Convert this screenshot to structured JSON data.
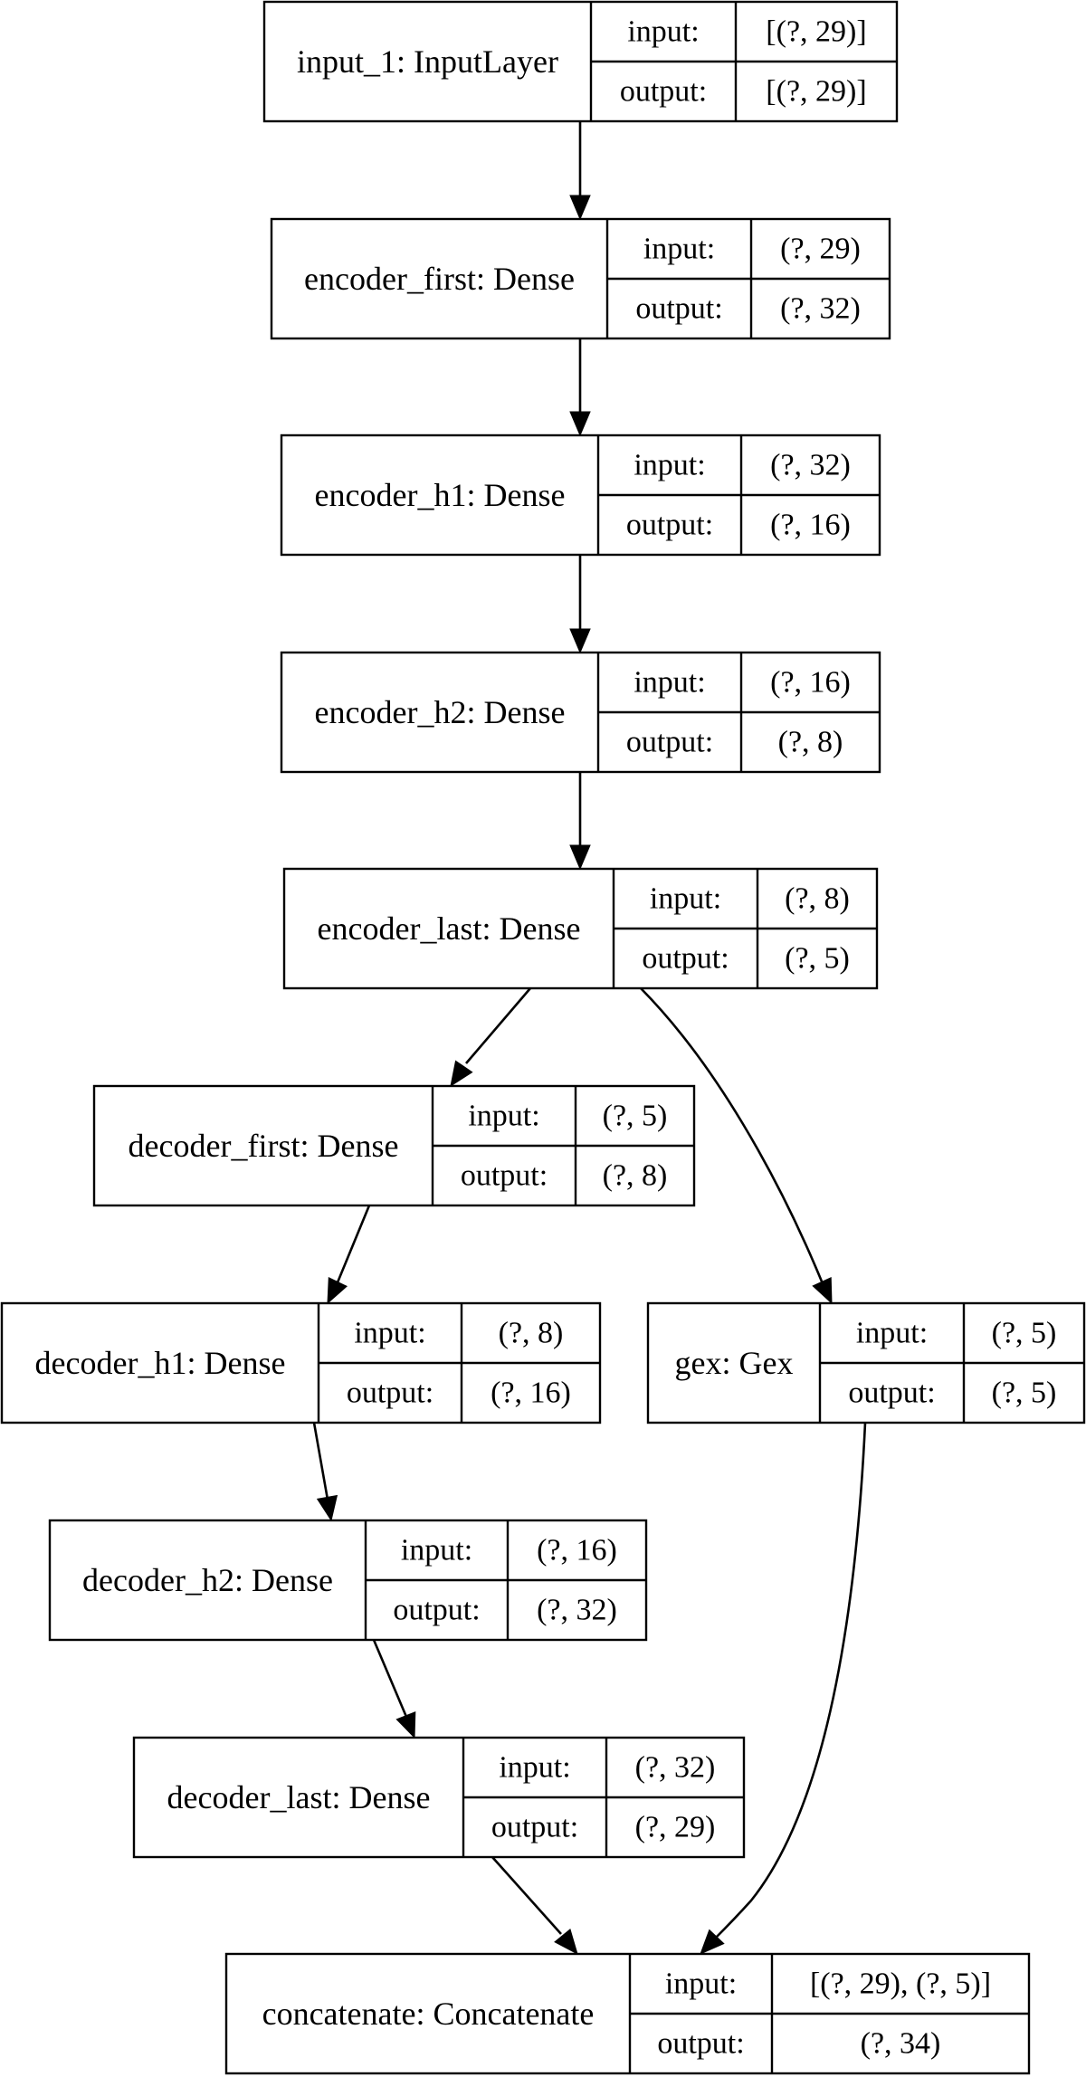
{
  "diagram": {
    "nodes": [
      {
        "id": "input_1",
        "name": "input_1: InputLayer",
        "input_label": "input:",
        "input_value": "[(?, 29)]",
        "output_label": "output:",
        "output_value": "[(?, 29)]"
      },
      {
        "id": "encoder_first",
        "name": "encoder_first: Dense",
        "input_label": "input:",
        "input_value": "(?, 29)",
        "output_label": "output:",
        "output_value": "(?, 32)"
      },
      {
        "id": "encoder_h1",
        "name": "encoder_h1: Dense",
        "input_label": "input:",
        "input_value": "(?, 32)",
        "output_label": "output:",
        "output_value": "(?, 16)"
      },
      {
        "id": "encoder_h2",
        "name": "encoder_h2: Dense",
        "input_label": "input:",
        "input_value": "(?, 16)",
        "output_label": "output:",
        "output_value": "(?, 8)"
      },
      {
        "id": "encoder_last",
        "name": "encoder_last: Dense",
        "input_label": "input:",
        "input_value": "(?, 8)",
        "output_label": "output:",
        "output_value": "(?, 5)"
      },
      {
        "id": "decoder_first",
        "name": "decoder_first: Dense",
        "input_label": "input:",
        "input_value": "(?, 5)",
        "output_label": "output:",
        "output_value": "(?, 8)"
      },
      {
        "id": "decoder_h1",
        "name": "decoder_h1: Dense",
        "input_label": "input:",
        "input_value": "(?, 8)",
        "output_label": "output:",
        "output_value": "(?, 16)"
      },
      {
        "id": "gex",
        "name": "gex: Gex",
        "input_label": "input:",
        "input_value": "(?, 5)",
        "output_label": "output:",
        "output_value": "(?, 5)"
      },
      {
        "id": "decoder_h2",
        "name": "decoder_h2: Dense",
        "input_label": "input:",
        "input_value": "(?, 16)",
        "output_label": "output:",
        "output_value": "(?, 32)"
      },
      {
        "id": "decoder_last",
        "name": "decoder_last: Dense",
        "input_label": "input:",
        "input_value": "(?, 32)",
        "output_label": "output:",
        "output_value": "(?, 29)"
      },
      {
        "id": "concatenate",
        "name": "concatenate: Concatenate",
        "input_label": "input:",
        "input_value": "[(?, 29), (?, 5)]",
        "output_label": "output:",
        "output_value": "(?, 34)"
      }
    ],
    "edges": [
      {
        "from": "input_1",
        "to": "encoder_first"
      },
      {
        "from": "encoder_first",
        "to": "encoder_h1"
      },
      {
        "from": "encoder_h1",
        "to": "encoder_h2"
      },
      {
        "from": "encoder_h2",
        "to": "encoder_last"
      },
      {
        "from": "encoder_last",
        "to": "decoder_first"
      },
      {
        "from": "encoder_last",
        "to": "gex"
      },
      {
        "from": "decoder_first",
        "to": "decoder_h1"
      },
      {
        "from": "decoder_h1",
        "to": "decoder_h2"
      },
      {
        "from": "decoder_h2",
        "to": "decoder_last"
      },
      {
        "from": "decoder_last",
        "to": "concatenate"
      },
      {
        "from": "gex",
        "to": "concatenate"
      }
    ]
  }
}
